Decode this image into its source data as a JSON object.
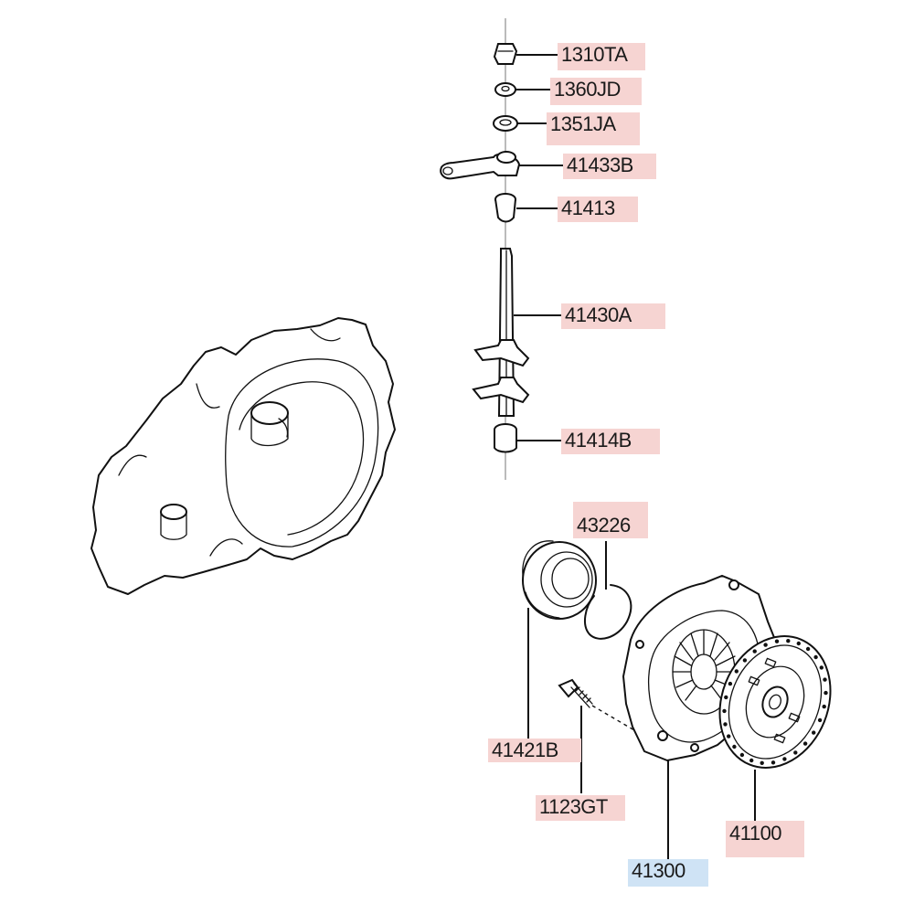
{
  "diagram": {
    "parts": [
      {
        "id": "p1310TA",
        "label": "1310TA",
        "highlight": "pink"
      },
      {
        "id": "p1360JD",
        "label": "1360JD",
        "highlight": "pink"
      },
      {
        "id": "p1351JA",
        "label": "1351JA",
        "highlight": "pink"
      },
      {
        "id": "p41433B",
        "label": "41433B",
        "highlight": "pink"
      },
      {
        "id": "p41413",
        "label": "41413",
        "highlight": "pink"
      },
      {
        "id": "p41430A",
        "label": "41430A",
        "highlight": "pink"
      },
      {
        "id": "p41414B",
        "label": "41414B",
        "highlight": "pink"
      },
      {
        "id": "p43226",
        "label": "43226",
        "highlight": "pink"
      },
      {
        "id": "p41421B",
        "label": "41421B",
        "highlight": "pink"
      },
      {
        "id": "p1123GT",
        "label": "1123GT",
        "highlight": "pink"
      },
      {
        "id": "p41100",
        "label": "41100",
        "highlight": "pink"
      },
      {
        "id": "p41300",
        "label": "41300",
        "highlight": "blue"
      }
    ],
    "colors": {
      "pink_highlight": "#f6d4d2",
      "blue_highlight": "#cfe3f5",
      "line": "#111111"
    }
  }
}
